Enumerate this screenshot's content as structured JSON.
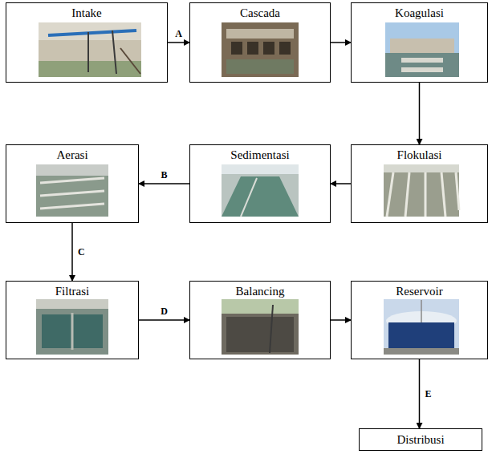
{
  "diagram": {
    "nodes": [
      {
        "text": [
          "Intake"
        ]
      },
      {
        "text": [
          "Cascada"
        ]
      },
      {
        "text": [
          "Koagulasi"
        ]
      },
      {
        "text": [
          "Aerasi"
        ]
      },
      {
        "text": [
          "Sedimentasi"
        ]
      },
      {
        "text": [
          "Flokulasi"
        ]
      },
      {
        "text": [
          "Filtrasi"
        ]
      },
      {
        "text": [
          "Balancing"
        ]
      },
      {
        "text": [
          "Reservoir"
        ]
      },
      {
        "text": [
          "Distribusi"
        ]
      }
    ],
    "edges": [
      {
        "from": 0,
        "to": 1,
        "label": "A",
        "arrow": "to"
      },
      {
        "from": 1,
        "to": 2,
        "arrow": "to"
      },
      {
        "from": 2,
        "to": 5,
        "arrow": "to"
      },
      {
        "from": 5,
        "to": 4,
        "arrow": "to"
      },
      {
        "from": 4,
        "to": 3,
        "label": "B",
        "arrow": "to"
      },
      {
        "from": 3,
        "to": 6,
        "label": "C",
        "arrow": "to"
      },
      {
        "from": 6,
        "to": 7,
        "label": "D",
        "arrow": "to"
      },
      {
        "from": 7,
        "to": 8,
        "arrow": "to"
      },
      {
        "from": 8,
        "to": 9,
        "label": "E",
        "arrow": "to"
      }
    ]
  }
}
